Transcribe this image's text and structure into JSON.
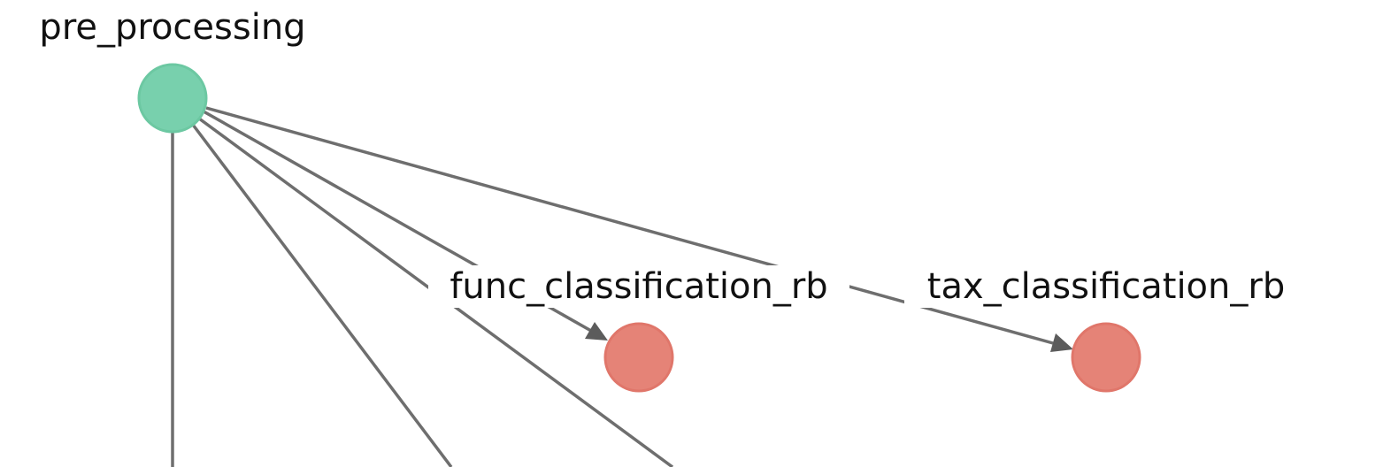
{
  "diagram": {
    "nodes": [
      {
        "id": "pre_processing",
        "label": "pre_processing",
        "color": "#78d0ad",
        "stroke": "#6cc8a2"
      },
      {
        "id": "func_classification_rb",
        "label": "func_classification_rb",
        "color": "#e58377",
        "stroke": "#e0766a"
      },
      {
        "id": "tax_classification_rb",
        "label": "tax_classification_rb",
        "color": "#e58377",
        "stroke": "#e0766a"
      }
    ],
    "edges": [
      {
        "from": "pre_processing",
        "to": "func_classification_rb",
        "arrow": true
      },
      {
        "from": "pre_processing",
        "to": "tax_classification_rb",
        "arrow": true
      },
      {
        "from": "pre_processing",
        "to": "offscreen-1",
        "arrow": false
      },
      {
        "from": "pre_processing",
        "to": "offscreen-2",
        "arrow": false
      },
      {
        "from": "pre_processing",
        "to": "offscreen-3",
        "arrow": false
      }
    ],
    "edge_color": "#6e6e6e"
  }
}
